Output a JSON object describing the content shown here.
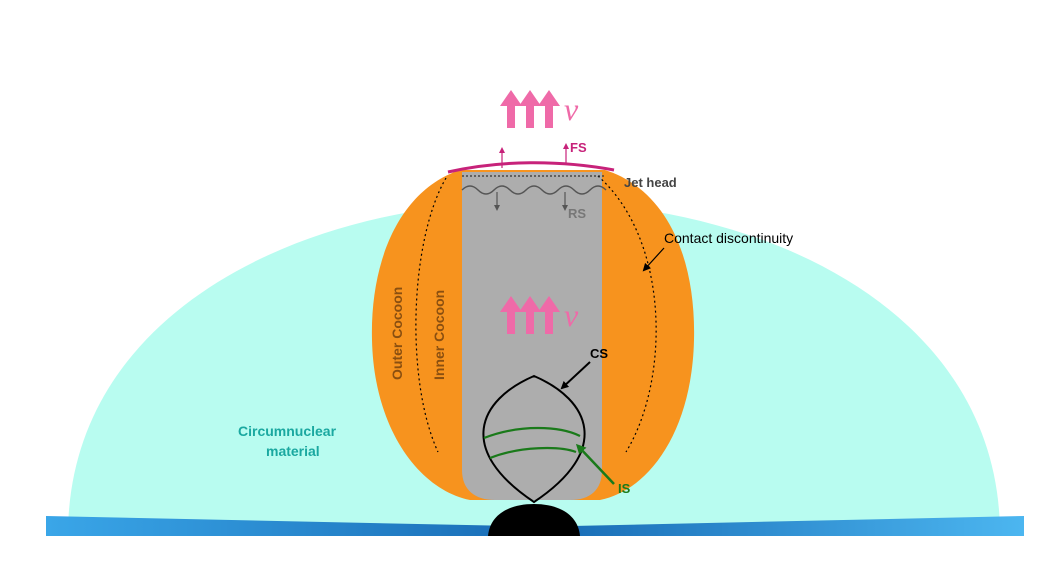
{
  "labels": {
    "fs": "FS",
    "rs": "RS",
    "jet_head": "Jet head",
    "contact_discontinuity": "Contact discontinuity",
    "outer_cocoon": "Outer Cocoon",
    "inner_cocoon": "Inner Cocoon",
    "cs": "CS",
    "is": "IS",
    "circumnuclear_line1": "Circumnuclear",
    "circumnuclear_line2": "material",
    "neutrino_symbol": "ν"
  },
  "colors": {
    "background": "#ffffff",
    "circumnuclear": "#b8fcf0",
    "cocoon": "#f7931e",
    "jet": "#adadad",
    "neutrino_arrows": "#ef6aa8",
    "forward_shock": "#c7227a",
    "collimation_shock": "#000000",
    "internal_shock": "#1a7a1a",
    "label_teal": "#1aa8a0",
    "label_gray": "#555555",
    "disk": "#1f78c8"
  },
  "icons": {
    "neutrino_arrows": "up-arrow-icon",
    "central_engine": "black-hole-icon"
  }
}
